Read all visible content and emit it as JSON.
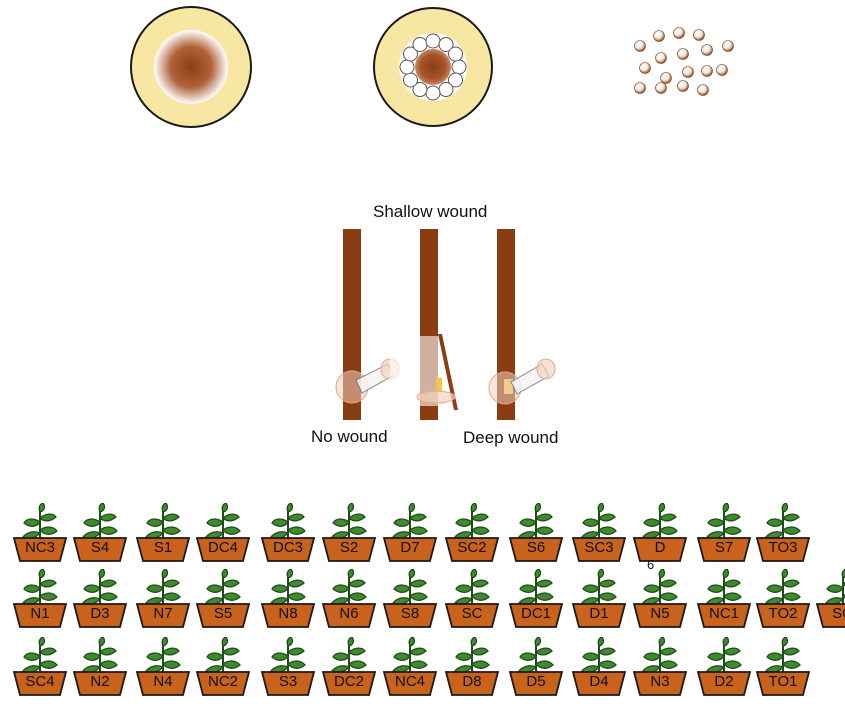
{
  "labels": {
    "shallow": "Shallow wound",
    "no_wound": "No wound",
    "deep": "Deep wound"
  },
  "colors": {
    "bark": "#8b3d12",
    "petri_fill": "#f8e7a3",
    "pot": "#c9621d",
    "leaf": "#3f8a2e",
    "outline": "#1a1a1a"
  },
  "plant_rows": [
    [
      "NC3",
      "S4",
      "S1",
      "DC4",
      "DC3",
      "S2",
      "D7",
      "SC2",
      "S6",
      "SC3",
      "D",
      "S7",
      "TO3"
    ],
    [
      "N1",
      "D3",
      "N7",
      "S5",
      "N8",
      "N6",
      "S8",
      "SC",
      "DC1",
      "D1",
      "N5",
      "NC1",
      "TO2",
      "SO"
    ],
    [
      "SC4",
      "N2",
      "N4",
      "NC2",
      "S3",
      "DC2",
      "NC4",
      "D8",
      "D5",
      "D4",
      "N3",
      "D2",
      "TO1"
    ]
  ],
  "plant_notes": {
    "D": "6"
  }
}
